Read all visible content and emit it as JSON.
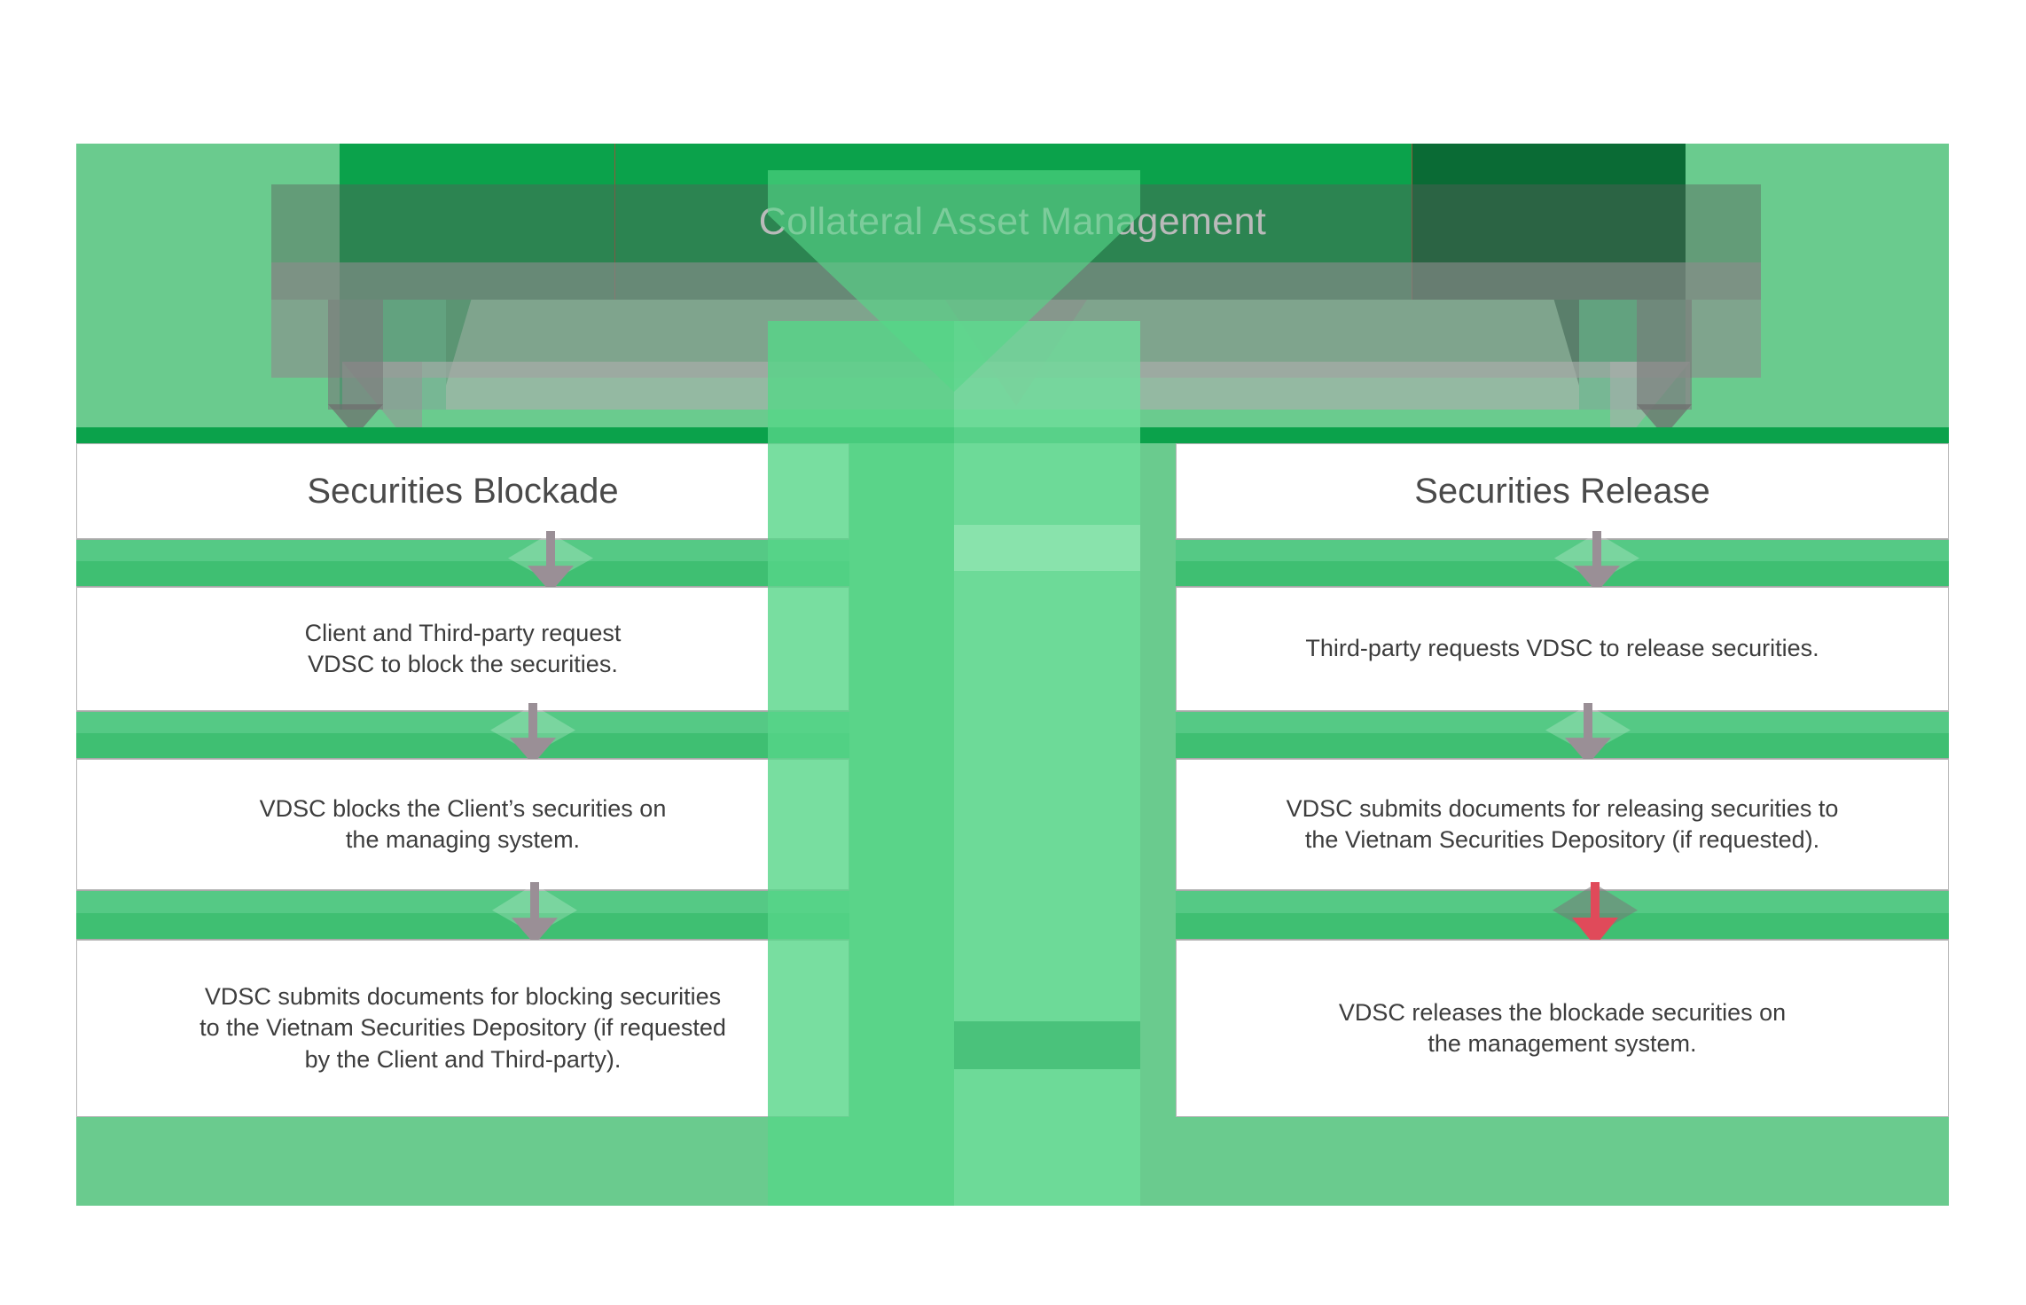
{
  "diagram": {
    "header": {
      "title": "Collateral Asset Management"
    },
    "columns": [
      {
        "name": "securities-blockade",
        "title": "Securities Blockade",
        "steps": [
          "Client and Third-party request\nVDSC to block the securities.",
          "VDSC blocks the Client’s securities on\nthe managing system.",
          "VDSC submits documents for blocking securities\nto the Vietnam Securities Depository (if requested\nby the Client and Third-party)."
        ],
        "connector_arrows": [
          "down-arrow-gray",
          "down-arrow-gray",
          "down-arrow-gray"
        ]
      },
      {
        "name": "securities-release",
        "title": "Securities Release",
        "steps": [
          "Third-party requests VDSC to release securities.",
          "VDSC submits documents for releasing securities to\nthe Vietnam Securities Depository (if requested).",
          "VDSC releases the blockade securities on\nthe management system."
        ],
        "connector_arrows": [
          "down-arrow-gray",
          "down-arrow-gray",
          "down-arrow-red"
        ]
      }
    ],
    "colors": {
      "background_green": "#6ACB8E",
      "title_green": "#0BA24B",
      "dark_green": "#0A6B35",
      "connector_green": "#3FBF72",
      "box_white": "#FFFFFF",
      "box_border": "#B6B6B6",
      "text_dark": "#3D3D3D",
      "title_text": "#FFFFFF",
      "arrow_gray": "#9A8F96",
      "arrow_red": "#E04A5A"
    }
  }
}
